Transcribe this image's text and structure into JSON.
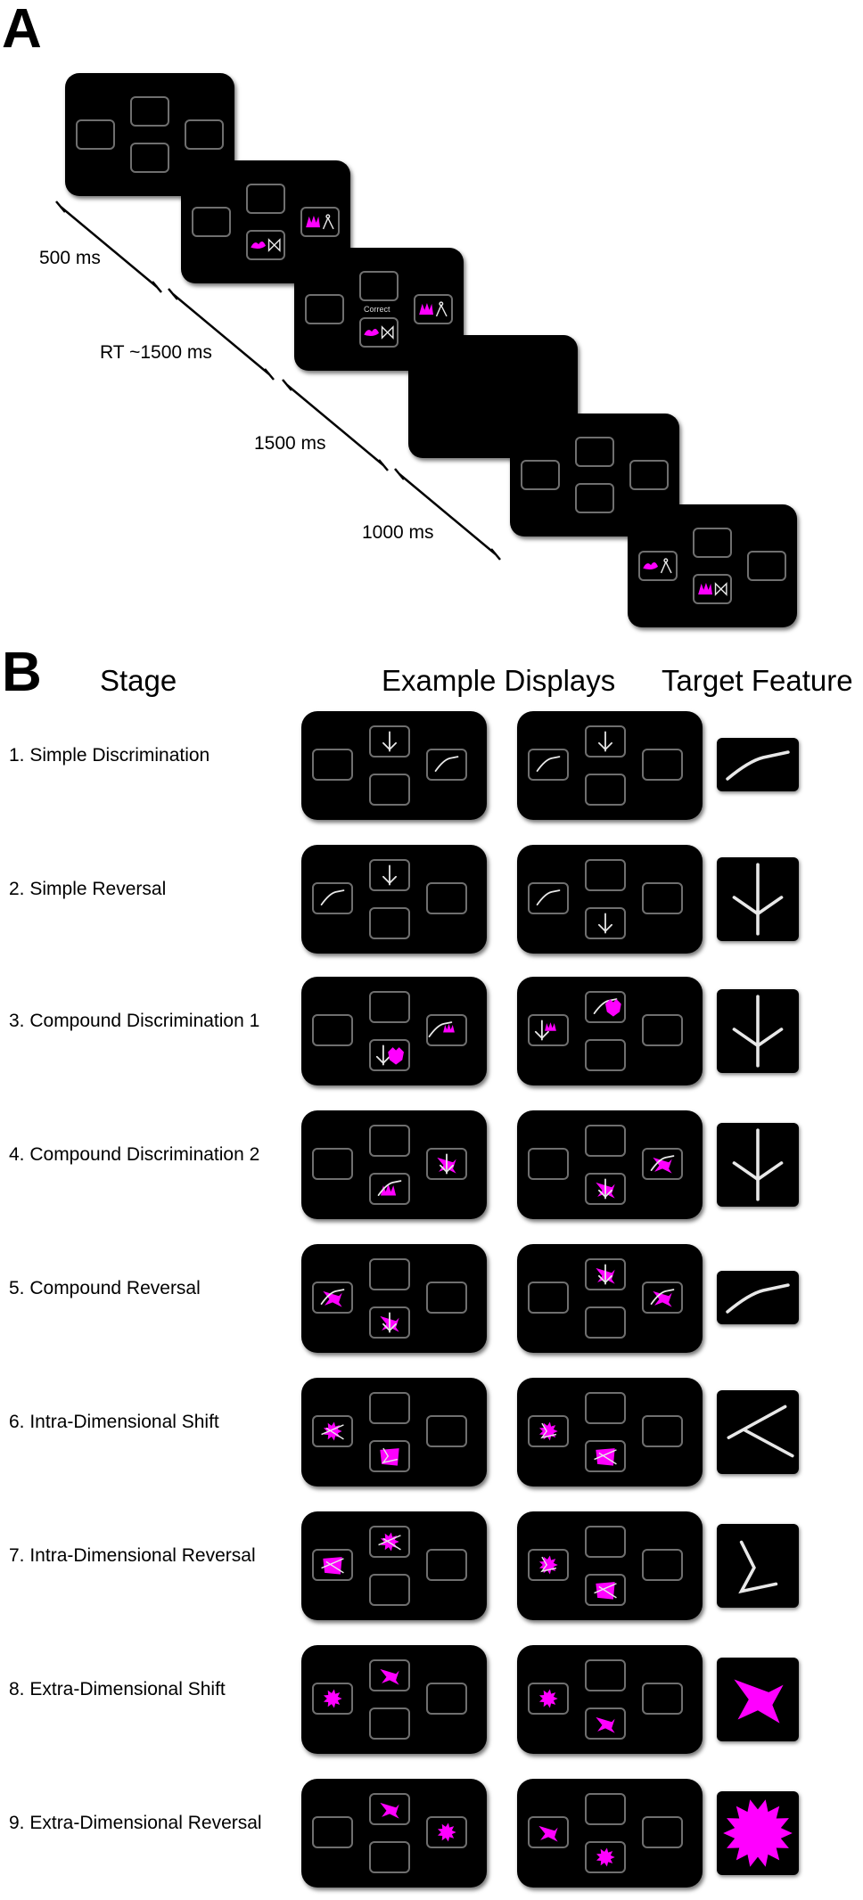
{
  "panel_a": {
    "letter": "A",
    "correct_text": "Correct",
    "timings": [
      "500 ms",
      "RT ~1500 ms",
      "1500 ms",
      "1000 ms"
    ]
  },
  "panel_b": {
    "letter": "B",
    "headers": {
      "stage": "Stage",
      "examples": "Example Displays",
      "target": "Target Feature"
    },
    "stages": [
      "1. Simple Discrimination",
      "2. Simple Reversal",
      "3. Compound Discrimination 1",
      "4. Compound Discrimination 2",
      "5. Compound Reversal",
      "6. Intra-Dimensional Shift",
      "7. Intra-Dimensional Reversal",
      "8. Extra-Dimensional Shift",
      "9. Extra-Dimensional Reversal"
    ]
  },
  "colors": {
    "screen": "#000000",
    "slot_border": "#6f6f6f",
    "line_stimulus": "#e8e8e8",
    "shape_stimulus": "#ff00ff"
  }
}
